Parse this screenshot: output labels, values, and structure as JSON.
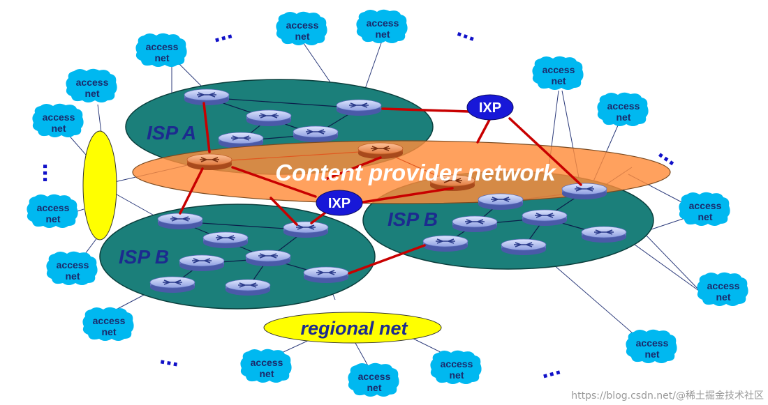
{
  "diagram": {
    "access_net_label_line1": "access",
    "access_net_label_line2": "net",
    "isp_a_label": "ISP A",
    "isp_b_label": "ISP B",
    "content_provider_label": "Content provider network",
    "ixp_label": "IXP",
    "regional_net_label": "regional net",
    "ellipsis": "...",
    "colors": {
      "isp_fill": "#1b7f7a",
      "content_provider_fill": "#ff8c3a",
      "ixp_fill": "#1818d8",
      "regional_fill": "#ffff00",
      "access_net_fill": "#00b8f0",
      "peering_link": "#c80000",
      "access_link": "#2b3a7a"
    },
    "icons": [
      "router-icon",
      "access-net-cloud-icon"
    ]
  },
  "watermark": {
    "text": "https://blog.csdn.net/@稀土掘金技术社区"
  }
}
